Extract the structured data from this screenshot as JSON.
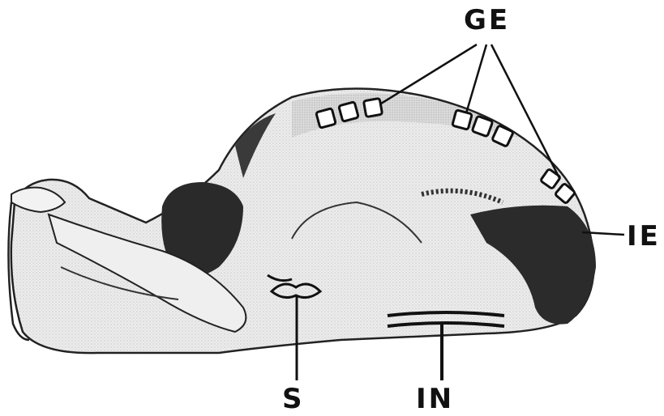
{
  "labels": {
    "ge": "GE",
    "ie": "IE",
    "s": "S",
    "in": "IN"
  },
  "colors": {
    "ink": "#111111",
    "skin": "#e9e9e9",
    "hair": "#2a2a2a",
    "background": "#ffffff"
  }
}
